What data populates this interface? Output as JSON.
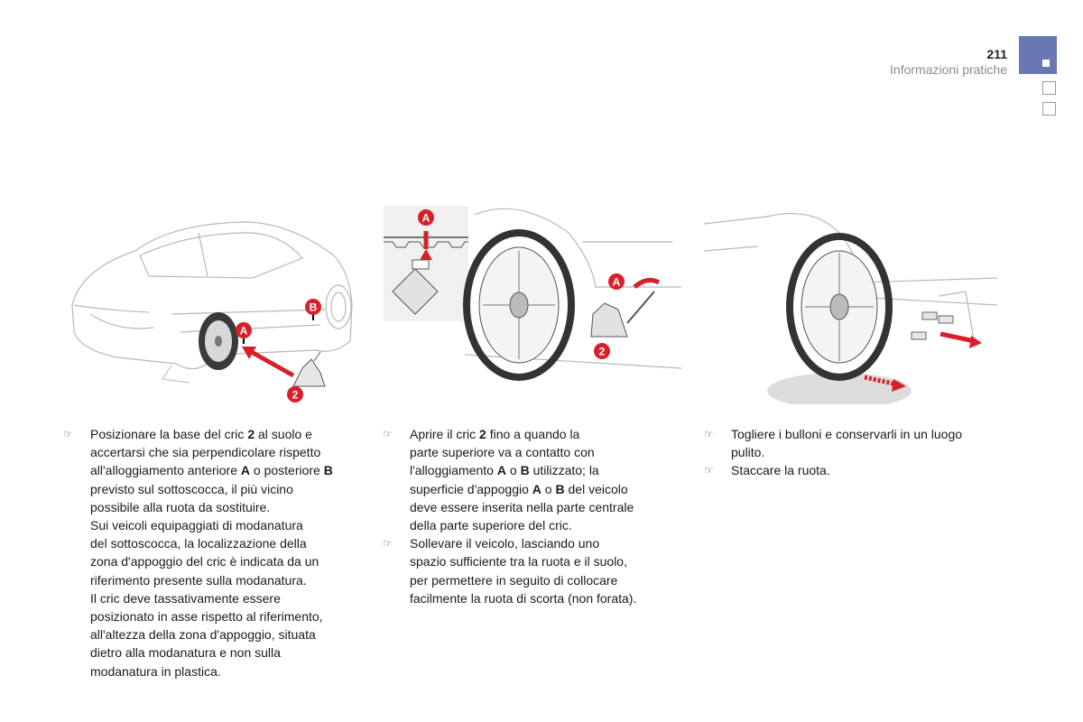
{
  "header": {
    "page_number": "211",
    "section_title": "Informazioni pratiche"
  },
  "figures": {
    "fig1": {
      "labels": [
        "A",
        "B",
        "2"
      ]
    },
    "fig2": {
      "labels": [
        "A",
        "A",
        "2"
      ]
    },
    "fig3": {
      "labels": []
    }
  },
  "columns": [
    {
      "items": [
        {
          "bullet": "☞",
          "runs": [
            {
              "t": "Posizionare la base del cric ",
              "b": false
            },
            {
              "t": "2",
              "b": true
            },
            {
              "t": " al suolo e\naccertarsi che sia perpendicolare rispetto\nall'alloggiamento anteriore ",
              "b": false
            },
            {
              "t": "A",
              "b": true
            },
            {
              "t": " o posteriore ",
              "b": false
            },
            {
              "t": "B",
              "b": true
            },
            {
              "t": "\nprevisto sul sottoscocca, il più vicino\npossibile alla ruota da sostituire.\nSui veicoli equipaggiati di modanatura\ndel sottoscocca, la localizzazione della\nzona d'appoggio del cric è indicata da un\nriferimento presente sulla modanatura.\nIl cric deve tassativamente essere\nposizionato in asse rispetto al riferimento,\nall'altezza della zona d'appoggio, situata\ndietro alla modanatura e non sulla\nmodanatura in plastica.",
              "b": false
            }
          ]
        }
      ]
    },
    {
      "items": [
        {
          "bullet": "☞",
          "runs": [
            {
              "t": "Aprire il cric ",
              "b": false
            },
            {
              "t": "2",
              "b": true
            },
            {
              "t": " fino a quando la\nparte superiore va a contatto con\nl'alloggiamento ",
              "b": false
            },
            {
              "t": "A",
              "b": true
            },
            {
              "t": " o ",
              "b": false
            },
            {
              "t": "B",
              "b": true
            },
            {
              "t": " utilizzato; la\nsuperficie d'appoggio ",
              "b": false
            },
            {
              "t": "A",
              "b": true
            },
            {
              "t": " o ",
              "b": false
            },
            {
              "t": "B",
              "b": true
            },
            {
              "t": " del veicolo\ndeve essere inserita nella parte centrale\ndella parte superiore del cric.",
              "b": false
            }
          ]
        },
        {
          "bullet": "☞",
          "runs": [
            {
              "t": "Sollevare il veicolo, lasciando uno\nspazio sufficiente tra la ruota e il suolo,\nper permettere in seguito di collocare\nfacilmente la ruota di scorta (non forata).",
              "b": false
            }
          ]
        }
      ]
    },
    {
      "items": [
        {
          "bullet": "☞",
          "runs": [
            {
              "t": "Togliere i bulloni e conservarli in un luogo\npulito.",
              "b": false
            }
          ]
        },
        {
          "bullet": "☞",
          "runs": [
            {
              "t": "Staccare la ruota.",
              "b": false
            }
          ]
        }
      ]
    }
  ],
  "colors": {
    "accent_tab": "#6878b4",
    "marker_red": "#d7202a",
    "drawing_line": "#b8b8b8"
  }
}
